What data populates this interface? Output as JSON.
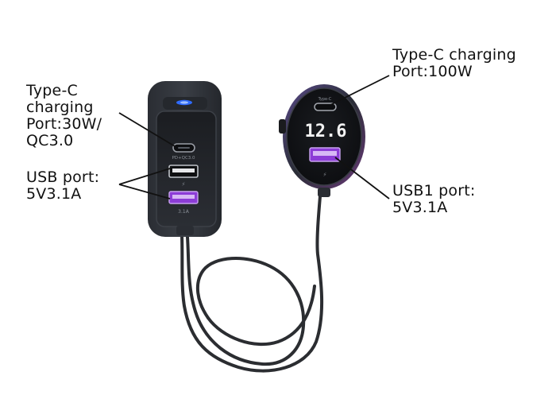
{
  "labels": {
    "left_typec": "Type-C\ncharging\nPort:30W/\nQC3.0",
    "left_usb": "USB port:\n5V3.1A",
    "right_typec": "Type-C charging\nPort:100W",
    "right_usb": "USB1 port:\n5V3.1A"
  },
  "device": {
    "front_typec_marking": "PD+QC3.0",
    "front_usb_marking": "3.1A",
    "car_typec_marking": "Type-C",
    "display_reading": "12.6"
  },
  "colors": {
    "usb_port_accent": "#8c3cd6",
    "indicator_led": "#2f6bff"
  }
}
